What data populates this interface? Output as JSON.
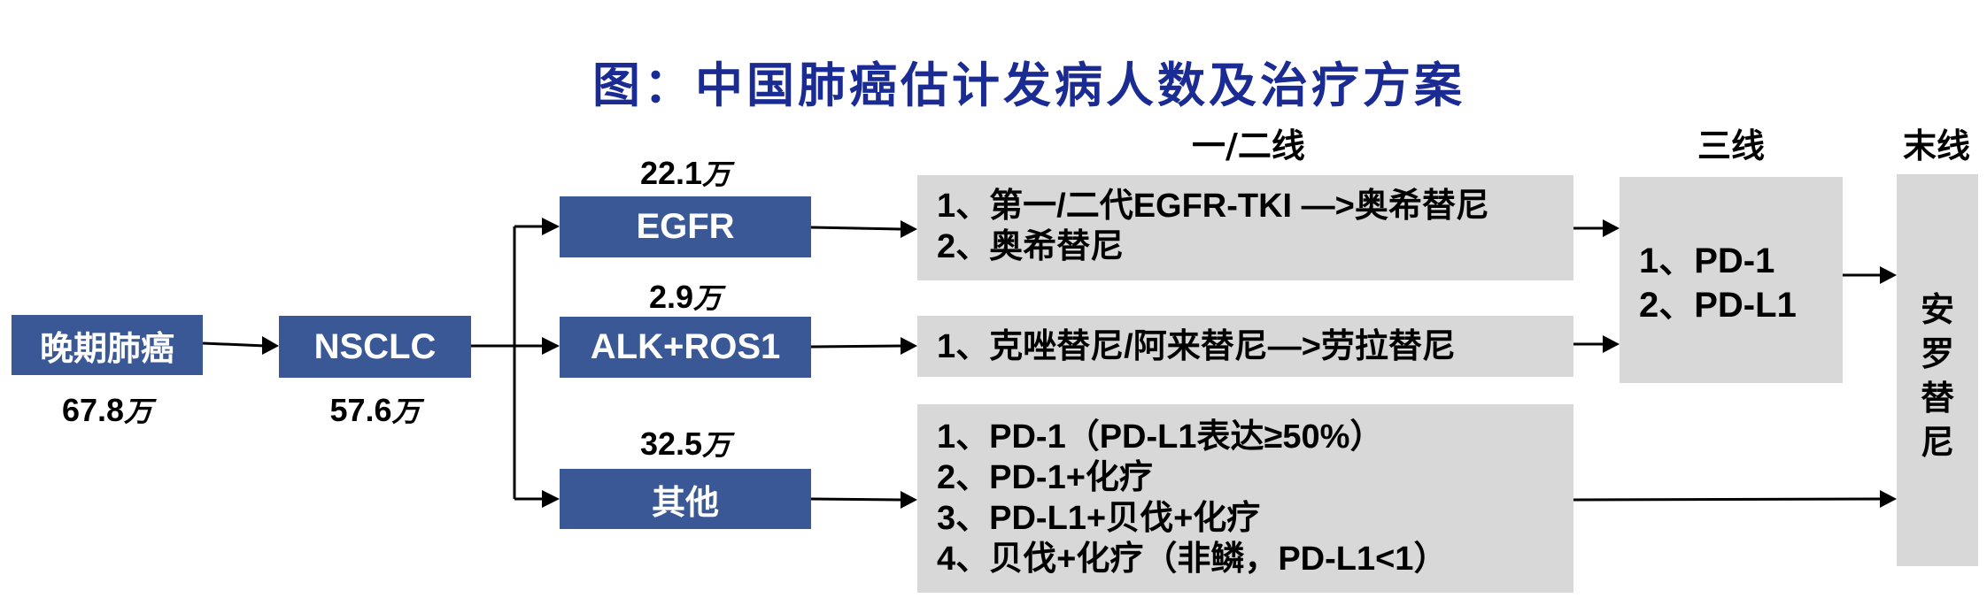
{
  "title": "图：中国肺癌估计发病人数及治疗方案",
  "nodes": {
    "advanced": {
      "label": "晚期肺癌",
      "count": "67.8",
      "unit": "万"
    },
    "nsclc": {
      "label": "NSCLC",
      "count": "57.6",
      "unit": "万"
    },
    "egfr": {
      "label": "EGFR",
      "count": "22.1",
      "unit": "万"
    },
    "alk": {
      "label": "ALK+ROS1",
      "count": "2.9",
      "unit": "万"
    },
    "other": {
      "label": "其他",
      "count": "32.5",
      "unit": "万"
    }
  },
  "headers": {
    "first_second": "一/二线",
    "third": "三线",
    "last": "末线"
  },
  "first_line": {
    "egfr": [
      "1、第一/二代EGFR-TKI —>奥希替尼",
      "2、奥希替尼"
    ],
    "alk": [
      "1、克唑替尼/阿来替尼—>劳拉替尼"
    ],
    "other": [
      "1、PD-1（PD-L1表达≥50%）",
      "2、PD-1+化疗",
      "3、PD-L1+贝伐+化疗",
      "4、贝伐+化疗（非鳞，PD-L1<1）"
    ]
  },
  "third_line": [
    "1、PD-1",
    "2、PD-L1"
  ],
  "last_line": [
    "安",
    "罗",
    "替",
    "尼"
  ],
  "colors": {
    "node_blue": "#3a5896",
    "box_gray": "#d8d8d8",
    "title_blue": "#1a2b94"
  },
  "chart_data": {
    "type": "flowchart",
    "title": "图：中国肺癌估计发病人数及治疗方案",
    "incidence_unit": "万",
    "incidence": [
      {
        "name": "晚期肺癌",
        "value": 67.8
      },
      {
        "name": "NSCLC",
        "value": 57.6
      },
      {
        "name": "EGFR",
        "value": 22.1
      },
      {
        "name": "ALK+ROS1",
        "value": 2.9
      },
      {
        "name": "其他",
        "value": 32.5
      }
    ],
    "edges": [
      [
        "晚期肺癌",
        "NSCLC"
      ],
      [
        "NSCLC",
        "EGFR"
      ],
      [
        "NSCLC",
        "ALK+ROS1"
      ],
      [
        "NSCLC",
        "其他"
      ],
      [
        "EGFR",
        "一/二线-EGFR"
      ],
      [
        "ALK+ROS1",
        "一/二线-ALK"
      ],
      [
        "其他",
        "一/二线-其他"
      ],
      [
        "一/二线-EGFR",
        "三线"
      ],
      [
        "一/二线-ALK",
        "三线"
      ],
      [
        "三线",
        "末线"
      ],
      [
        "一/二线-其他",
        "末线"
      ]
    ]
  }
}
